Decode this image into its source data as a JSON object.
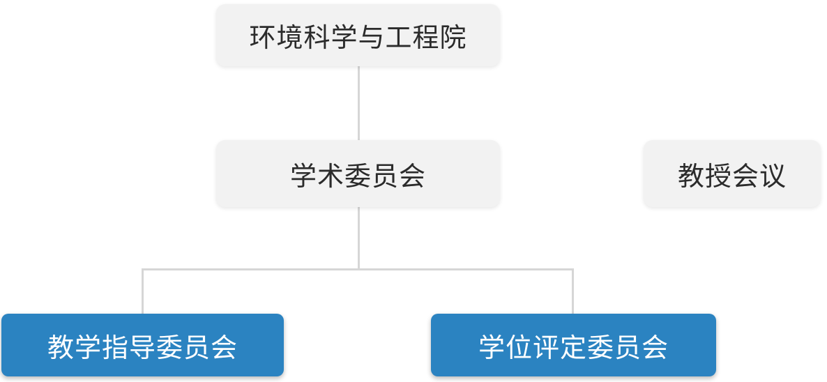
{
  "diagram": {
    "type": "org-chart",
    "nodes": [
      {
        "id": "root",
        "label": "环境科学与工程院",
        "level": 1,
        "parent": null,
        "style": "gray"
      },
      {
        "id": "academic-committee",
        "label": "学术委员会",
        "level": 2,
        "parent": "root",
        "style": "gray"
      },
      {
        "id": "professors-meeting",
        "label": "教授会议",
        "level": 2,
        "parent": null,
        "style": "gray"
      },
      {
        "id": "teaching-guidance-committee",
        "label": "教学指导委员会",
        "level": 3,
        "parent": "academic-committee",
        "style": "blue"
      },
      {
        "id": "degree-evaluation-committee",
        "label": "学位评定委员会",
        "level": 3,
        "parent": "academic-committee",
        "style": "blue"
      }
    ],
    "colors": {
      "background": "#ffffff",
      "node_gray_bg": "#f2f2f2",
      "node_gray_text": "#2b2b2b",
      "node_blue_bg": "#2b83c1",
      "node_blue_text": "#ffffff",
      "connector": "#d6d6d6"
    }
  }
}
